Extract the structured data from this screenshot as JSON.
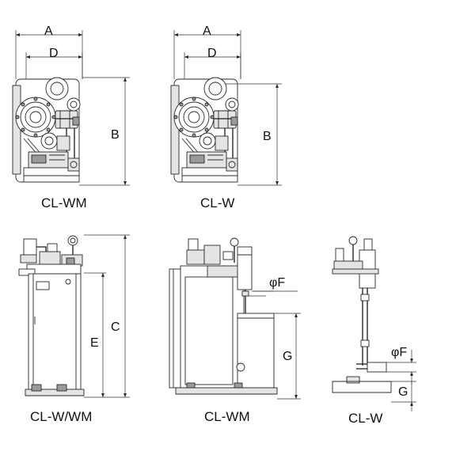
{
  "views": {
    "top_left": {
      "caption": "CL-WM",
      "dim_width": "A",
      "dim_depth": "D",
      "dim_height": "B"
    },
    "top_right": {
      "caption": "CL-W",
      "dim_width": "A",
      "dim_depth": "D",
      "dim_height": "B"
    },
    "side_combined": {
      "caption": "CL-W/WM",
      "dim_total": "C",
      "dim_body": "E"
    },
    "side_wm": {
      "caption": "CL-WM",
      "dim_pipe": "φF",
      "dim_tank": "G"
    },
    "side_w": {
      "caption": "CL-W",
      "dim_pipe": "φF",
      "dim_base": "G"
    }
  }
}
